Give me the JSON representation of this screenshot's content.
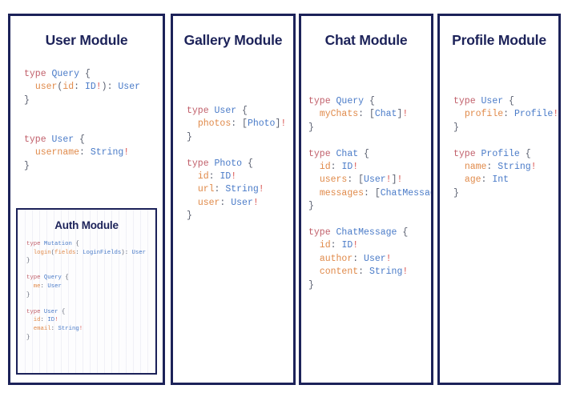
{
  "page": {
    "background": "#ffffff",
    "border_color": "#1c2259",
    "title_color": "#1c2259"
  },
  "syntax_colors": {
    "keyword": "#c1606b",
    "type_name": "#4a7bc8",
    "field_name": "#e08a4a",
    "punctuation": "#5a6070",
    "non_null": "#d9534f"
  },
  "modules": [
    {
      "id": "user-module",
      "title": "User Module",
      "code": "type Query {\n  user(id: ID!): User\n}\n\n\ntype User {\n  username: String!\n}",
      "sub_module": {
        "id": "auth-module",
        "title": "Auth Module",
        "code": "type Mutation {\n  login(fields: LoginFields): User\n}\n\ntype Query {\n  me: User\n}\n\ntype User {\n  id: ID!\n  email: String!\n}"
      }
    },
    {
      "id": "gallery-module",
      "title": "Gallery Module",
      "code": "type User {\n  photos: [Photo]!\n}\n\ntype Photo {\n  id: ID!\n  url: String!\n  user: User!\n}"
    },
    {
      "id": "chat-module",
      "title": "Chat Module",
      "code": "type Query {\n  myChats: [Chat]!\n}\n\ntype Chat {\n  id: ID!\n  users: [User!]!\n  messages: [ChatMessage]!\n}\n\ntype ChatMessage {\n  id: ID!\n  author: User!\n  content: String!\n}"
    },
    {
      "id": "profile-module",
      "title": "Profile Module",
      "code": "type User {\n  profile: Profile!\n}\n\ntype Profile {\n  name: String!\n  age: Int\n}"
    }
  ]
}
